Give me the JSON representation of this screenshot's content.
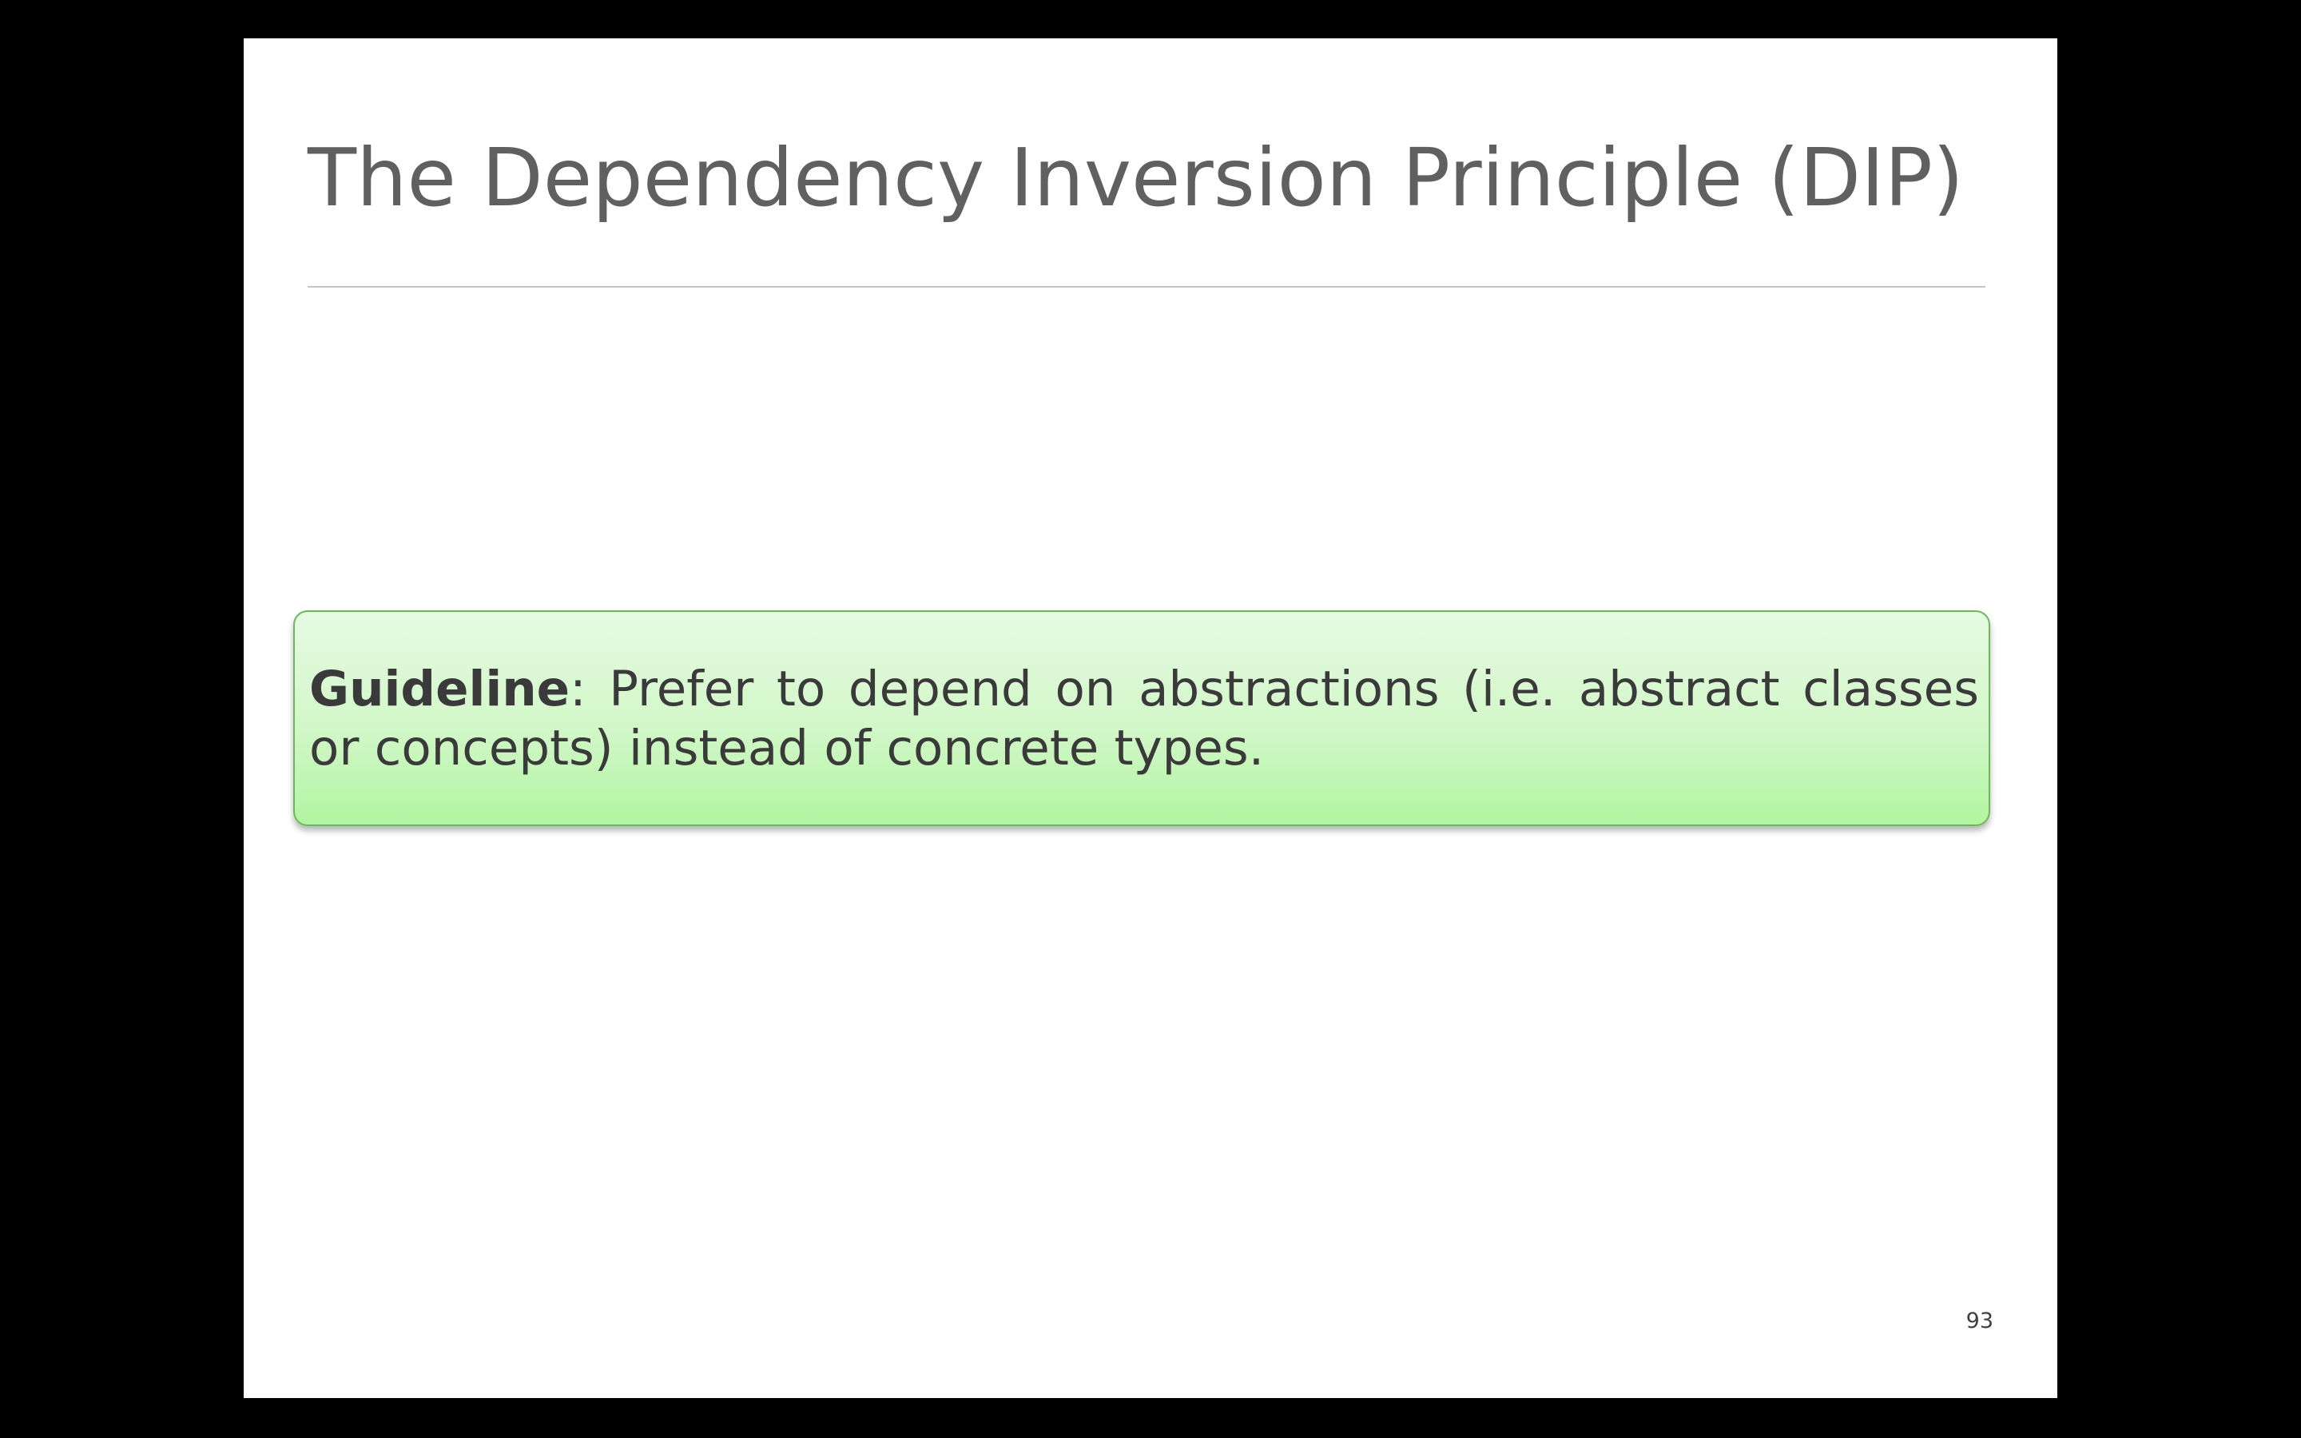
{
  "slide": {
    "title": "The Dependency Inversion Principle (DIP)",
    "guideline": {
      "label": "Guideline",
      "separator": ":",
      "text": " Prefer to depend on abstractions (i.e. abstract classes or concepts) instead of concrete types."
    },
    "page_number": "93"
  },
  "colors": {
    "background": "#000000",
    "slide_background": "#ffffff",
    "title_text": "#606060",
    "box_border": "#6ab85a",
    "box_gradient_top": "#e6fae2",
    "box_gradient_bottom": "#b1f5a1",
    "body_text": "#3a3a3a"
  }
}
